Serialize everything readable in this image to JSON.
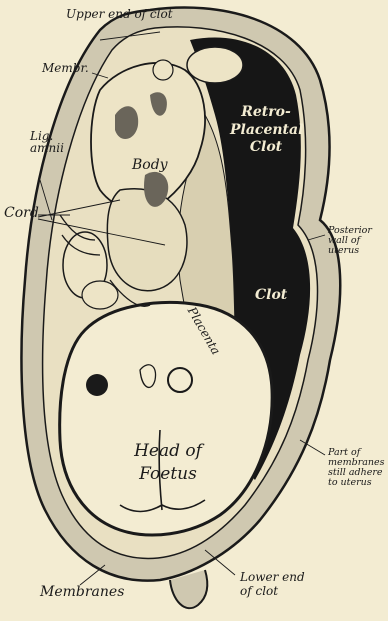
{
  "labels": {
    "upper_end": "Upper end of clot",
    "membr": "Membr.",
    "lig_amnii": "Lig. amnii",
    "cord": "Cord",
    "body": "Body",
    "retro_placental": "Retro-Placental Clot",
    "clot": "Clot",
    "placenta": "Placenta",
    "posterior_wall": "Posterior wall of uterus",
    "head_of_foetus": "Head of Foetus",
    "part_of_membranes": "Part of membranes still adhere to uterus",
    "membranes": "Membranes",
    "lower_end": "Lower end of clot"
  },
  "colors": {
    "paper": "#f3ecd2",
    "ink": "#1a1a1a",
    "clot": "#161616",
    "wall": "#bdb6a0"
  }
}
